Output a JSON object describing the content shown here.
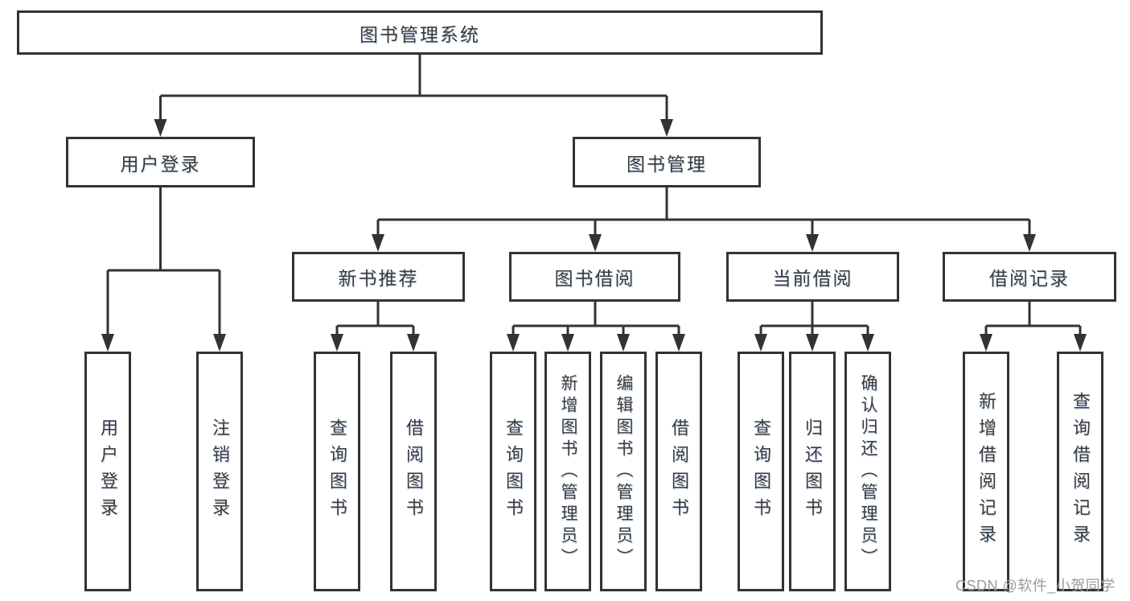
{
  "tree": {
    "label": "图书管理系统",
    "children": [
      {
        "id": "user-login",
        "label": "用户登录",
        "children": [
          {
            "id": "login",
            "label": "用户登录"
          },
          {
            "id": "logout",
            "label": "注销登录"
          }
        ]
      },
      {
        "id": "book-management",
        "label": "图书管理",
        "children": [
          {
            "id": "new-book-recommend",
            "label": "新书推荐",
            "children": [
              {
                "id": "query-books",
                "label": "查询图书"
              },
              {
                "id": "borrow-books",
                "label": "借阅图书"
              }
            ]
          },
          {
            "id": "book-borrowing",
            "label": "图书借阅",
            "children": [
              {
                "id": "query-books",
                "label": "查询图书"
              },
              {
                "id": "add-books-admin",
                "label": "新增图书（管理员）"
              },
              {
                "id": "edit-books-admin",
                "label": "编辑图书（管理员）"
              },
              {
                "id": "borrow-books",
                "label": "借阅图书"
              }
            ]
          },
          {
            "id": "current-borrowing",
            "label": "当前借阅",
            "children": [
              {
                "id": "query-books",
                "label": "查询图书"
              },
              {
                "id": "return-books",
                "label": "归还图书"
              },
              {
                "id": "confirm-return-admin",
                "label": "确认归还（管理员）"
              }
            ]
          },
          {
            "id": "borrowing-records",
            "label": "借阅记录",
            "children": [
              {
                "id": "add-borrow-record",
                "label": "新增借阅记录"
              },
              {
                "id": "query-borrow-record",
                "label": "查询借阅记录"
              }
            ]
          }
        ]
      }
    ]
  },
  "watermark": {
    "text": "CSDN @软件_小贺同学"
  },
  "colors": {
    "line": "#333333",
    "text": "#3a3a3a",
    "watermark": "#9b9b9b",
    "background": "#ffffff"
  }
}
